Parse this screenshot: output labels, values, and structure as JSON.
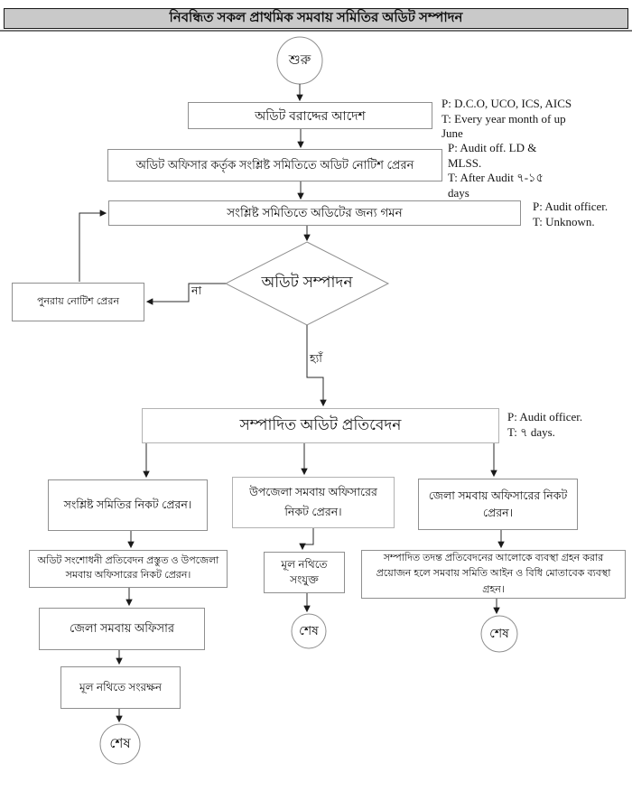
{
  "title": "নিবন্ধিত সকল প্রাথমিক সমবায় সমিতির অডিট সম্পাদন",
  "terminators": {
    "start": "শুরু",
    "end": "শেষ"
  },
  "decision": {
    "label": "অডিট সম্পাদন",
    "no_label": "না",
    "yes_label": "হ্যাঁ"
  },
  "nodes": {
    "audit_order": "অডিট বরাদ্দের আদেশ",
    "audit_notice": "অডিট অফিসার কর্তৃক সংশ্লিষ্ট সমিতিতে অডিট নোটিশ প্রেরন",
    "go_for_audit": "সংশ্লিষ্ট সমিতিতে অডিটের জন্য গমন",
    "resend_notice": "পুনরায় নোটিশ প্রেরন",
    "audit_report": "সম্পাদিত অডিট প্রতিবেদন",
    "send_society": "সংশ্লিষ্ট সমিতির নিকট প্রেরন।",
    "send_upazila": "উপজেলা সমবায় অফিসারের নিকট প্রেরন।",
    "send_district": "জেলা সমবায় অফিসারের নিকট প্রেরন।",
    "correction_report": "অডিট সংশোধনী প্রতিবেদন প্রস্তুত ও উপজেলা সমবায় অফিসারের নিকট প্রেরন।",
    "district_officer": "জেলা সমবায় অফিসার",
    "archive_main_file": "মূল নথিতে সংরক্ষন",
    "attach_main_file": "মূল নথিতে সংযুক্ত",
    "action_by_law": "সম্পাদিত তদন্ত প্রতিবেদনের আলোকে ব্যবস্থা গ্রহন করার প্রয়োজন হলে সমবায় সমিতি আইন ও  বিধি মোতাবেক ব্যবস্থা গ্রহন।"
  },
  "annotations": {
    "audit_order": "P: D.C.O, UCO, ICS, AICS\nT: Every year month of up\nJune",
    "audit_notice": "P: Audit off. LD &\nMLSS.\nT: After Audit ৭-১৫\ndays",
    "go_for_audit": "P: Audit officer.\nT: Unknown.",
    "audit_report": "P: Audit officer.\nT: ৭ days."
  },
  "colors": {
    "titlebar_bg": "#c9c9c9",
    "box_border": "#8f8f8f",
    "line": "#2a2a2a",
    "text": "#111111"
  }
}
